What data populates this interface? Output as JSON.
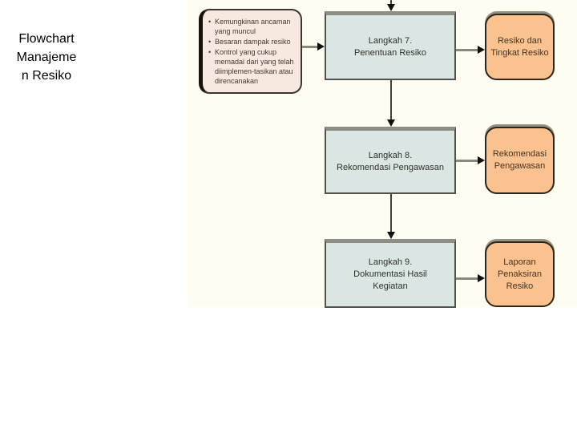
{
  "slide": {
    "title": "Flowchart\nManajeme\nn Resiko"
  },
  "flowchart": {
    "bullet_char": "•",
    "input_box": {
      "bullets": [
        "Kemungkinan ancaman yang muncul",
        "Besaran dampak resiko",
        "Kontrol yang cukup memadai dari yang telah diimplemen-tasikan atau direncanakan"
      ]
    },
    "steps": [
      {
        "label": "Langkah 7.\nPenentuan Resiko"
      },
      {
        "label": "Langkah 8.\nRekomendasi Pengawasan"
      },
      {
        "label": "Langkah 9.\nDokumentasi Hasil\nKegiatan"
      }
    ],
    "outputs": [
      {
        "label": "Resiko dan\nTingkat Resiko"
      },
      {
        "label": "Rekomendasi\nPengawasan"
      },
      {
        "label": "Laporan\nPenaksiran\nResiko"
      }
    ],
    "colors": {
      "panel_bg": "#fffdf1",
      "input_box_bg": "#f7e9df",
      "step_box_bg": "#d9e6e4",
      "step_box_top_border": "#8e8e85",
      "output_box_bg": "#f9c28e",
      "border_dark": "#2e2419",
      "arrow_shaft_gray": "#8a887c",
      "arrowhead_black": "#0f0f0c",
      "title_color": "#000000"
    }
  }
}
